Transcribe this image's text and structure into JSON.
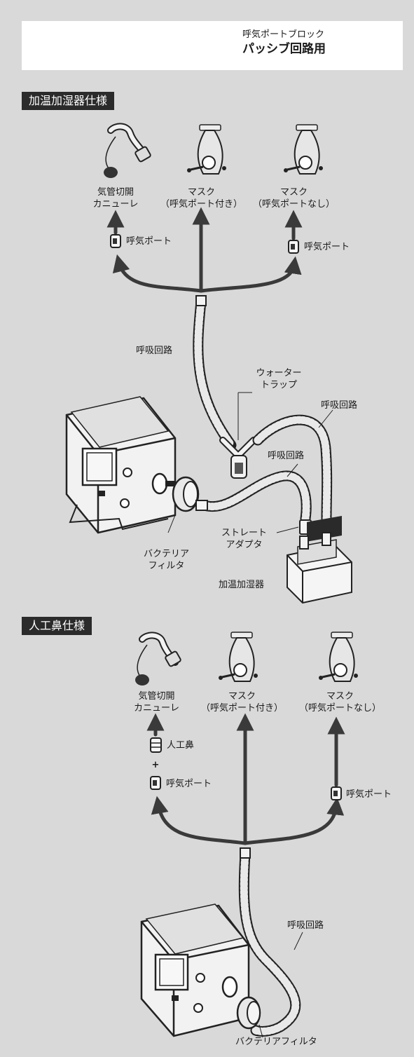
{
  "header": {
    "subtitle": "呼気ポートブロック",
    "title": "パッシブ回路用"
  },
  "section1": {
    "title": "加温加湿器仕様",
    "trach_line1": "気管切開",
    "trach_line2": "カニューレ",
    "mask1_line1": "マスク",
    "mask1_line2": "（呼気ポート付き）",
    "mask2_line1": "マスク",
    "mask2_line2": "（呼気ポートなし）",
    "port_left": "呼気ポート",
    "port_right": "呼気ポート",
    "circuit_main": "呼吸回路",
    "water_trap_line1": "ウォーター",
    "water_trap_line2": "トラップ",
    "circuit_right": "呼吸回路",
    "circuit_mid": "呼吸回路",
    "straight_line1": "ストレート",
    "straight_line2": "アダプタ",
    "filter_line1": "バクテリア",
    "filter_line2": "フィルタ",
    "humidifier": "加温加湿器"
  },
  "section2": {
    "title": "人工鼻仕様",
    "trach_line1": "気管切開",
    "trach_line2": "カニューレ",
    "mask1_line1": "マスク",
    "mask1_line2": "（呼気ポート付き）",
    "mask2_line1": "マスク",
    "mask2_line2": "（呼気ポートなし）",
    "hme": "人工鼻",
    "plus": "+",
    "port_left": "呼気ポート",
    "port_right": "呼気ポート",
    "circuit": "呼吸回路",
    "filter": "バクテリアフィルタ"
  }
}
